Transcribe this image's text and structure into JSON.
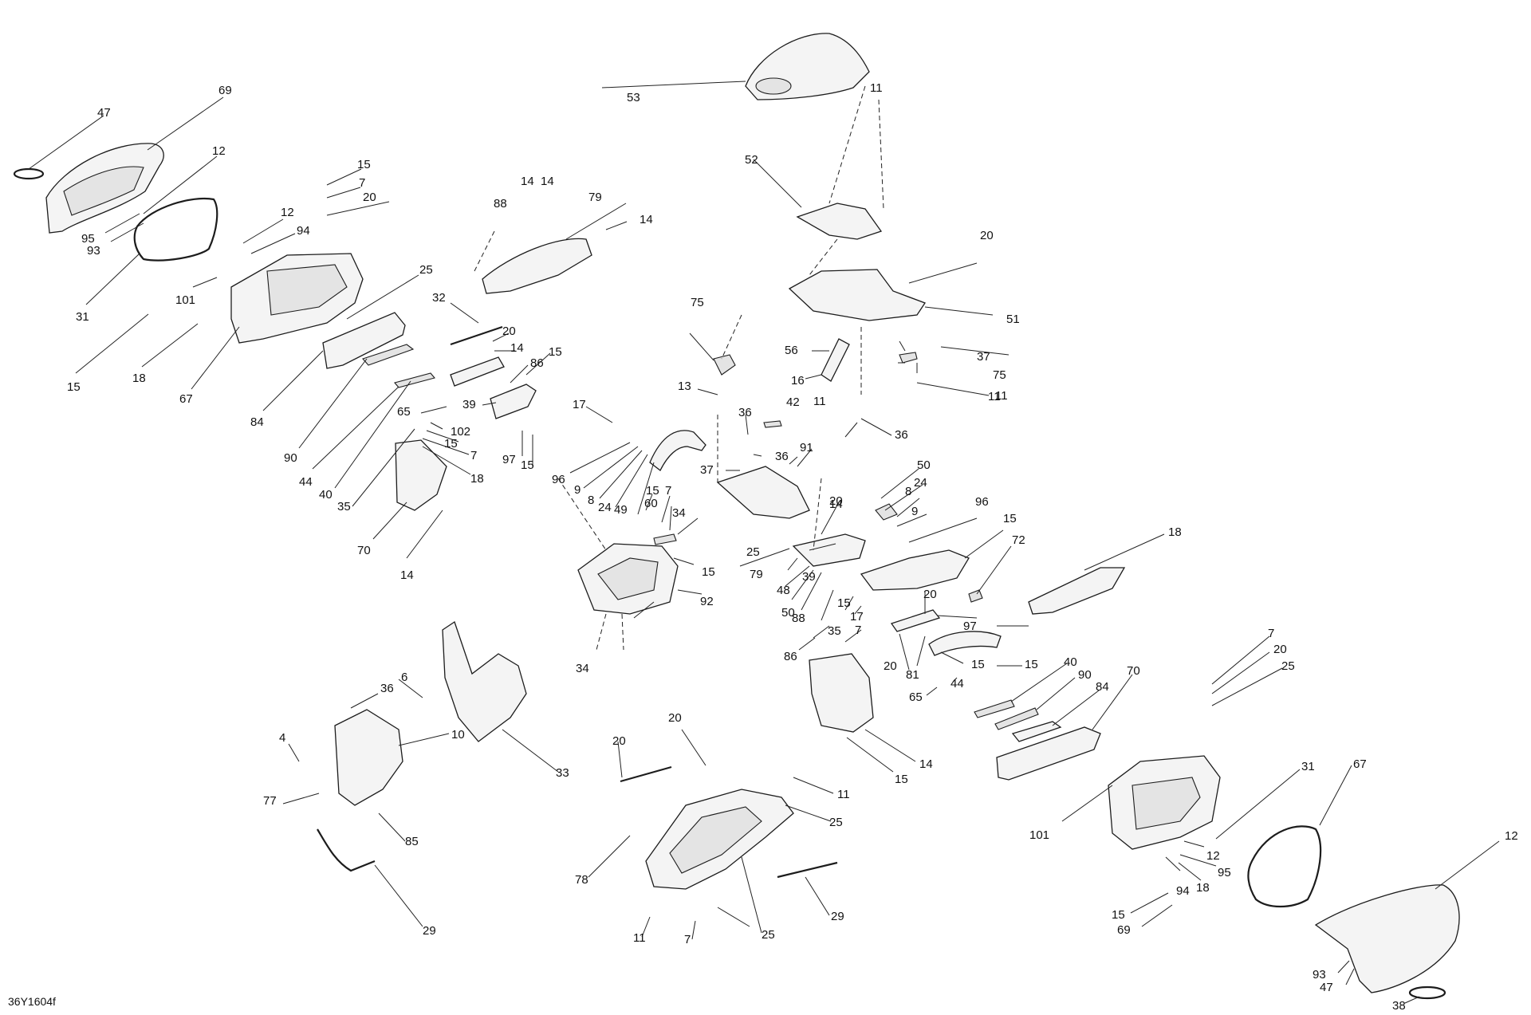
{
  "figure_code": "36Y1604f",
  "callouts": [
    "47",
    "69",
    "12",
    "95",
    "93",
    "31",
    "15",
    "7",
    "20",
    "12",
    "94",
    "101",
    "15",
    "18",
    "67",
    "25",
    "84",
    "90",
    "44",
    "40",
    "35",
    "70",
    "14",
    "32",
    "20",
    "14",
    "65",
    "102",
    "15",
    "7",
    "18",
    "39",
    "15",
    "86",
    "97",
    "15",
    "88",
    "14",
    "14",
    "79",
    "14",
    "53",
    "11",
    "52",
    "20",
    "51",
    "37",
    "75",
    "11",
    "75",
    "11",
    "56",
    "16",
    "11",
    "42",
    "36",
    "13",
    "36",
    "36",
    "91",
    "37",
    "17",
    "96",
    "9",
    "8",
    "24",
    "49",
    "15",
    "7",
    "60",
    "34",
    "15",
    "92",
    "34",
    "25",
    "20",
    "50",
    "24",
    "8",
    "9",
    "96",
    "15",
    "72",
    "18",
    "14",
    "79",
    "39",
    "48",
    "50",
    "88",
    "15",
    "17",
    "7",
    "35",
    "86",
    "20",
    "97",
    "20",
    "81",
    "15",
    "15",
    "65",
    "44",
    "40",
    "90",
    "84",
    "70",
    "14",
    "15",
    "7",
    "20",
    "25",
    "31",
    "67",
    "101",
    "12",
    "95",
    "94",
    "18",
    "15",
    "69",
    "12",
    "93",
    "47",
    "38",
    "36",
    "6",
    "4",
    "10",
    "77",
    "85",
    "33",
    "29",
    "20",
    "20",
    "11",
    "25",
    "78",
    "29",
    "25",
    "11",
    "7"
  ]
}
